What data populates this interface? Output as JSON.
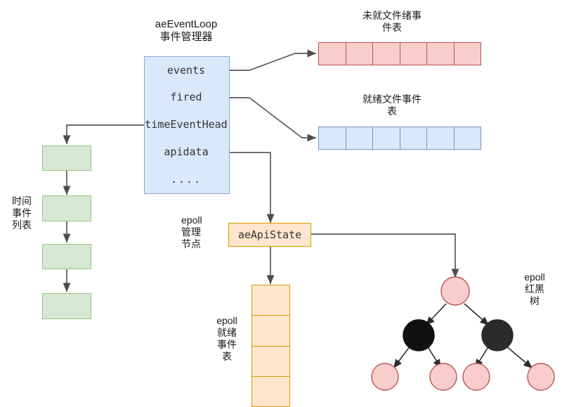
{
  "diagram": {
    "title_top": "aeEventLoop\n事件管理器",
    "struct_fields": [
      {
        "name": "events"
      },
      {
        "name": "fired"
      },
      {
        "name": "timeEventHead"
      },
      {
        "name": "apidata"
      },
      {
        "name": "...."
      }
    ],
    "unready_file_events": {
      "label": "未就文件绪事\n件表",
      "cells": 6,
      "color": "#f8cecc",
      "border": "#b85450"
    },
    "ready_file_events": {
      "label": "就绪文件事件\n表",
      "cells": 6,
      "color": "#dae8fc",
      "border": "#7393c4"
    },
    "time_event_list": {
      "label": "时间\n事件\n列表",
      "nodes": 4,
      "color": "#d5e8d4",
      "border": "#9ac47f"
    },
    "epoll_manage_node": {
      "label": "epoll\n管理\n节点",
      "box_text": "aeApiState",
      "color": "#ffe6cc",
      "border": "#d79b00"
    },
    "epoll_ready_table": {
      "label": "epoll\n就绪\n事件\n表",
      "cells": 4,
      "color": "#ffe6cc",
      "border": "#d79b00"
    },
    "epoll_rbtree": {
      "label": "epoll\n红黑\n树",
      "nodes": [
        {
          "id": "root",
          "color": "red"
        },
        {
          "id": "l",
          "color": "black"
        },
        {
          "id": "r",
          "color": "black"
        },
        {
          "id": "ll",
          "color": "red"
        },
        {
          "id": "lr",
          "color": "red"
        },
        {
          "id": "rl",
          "color": "red"
        },
        {
          "id": "rr",
          "color": "red"
        }
      ],
      "red_color": "#f8cecc",
      "black_color": "#111111"
    }
  }
}
